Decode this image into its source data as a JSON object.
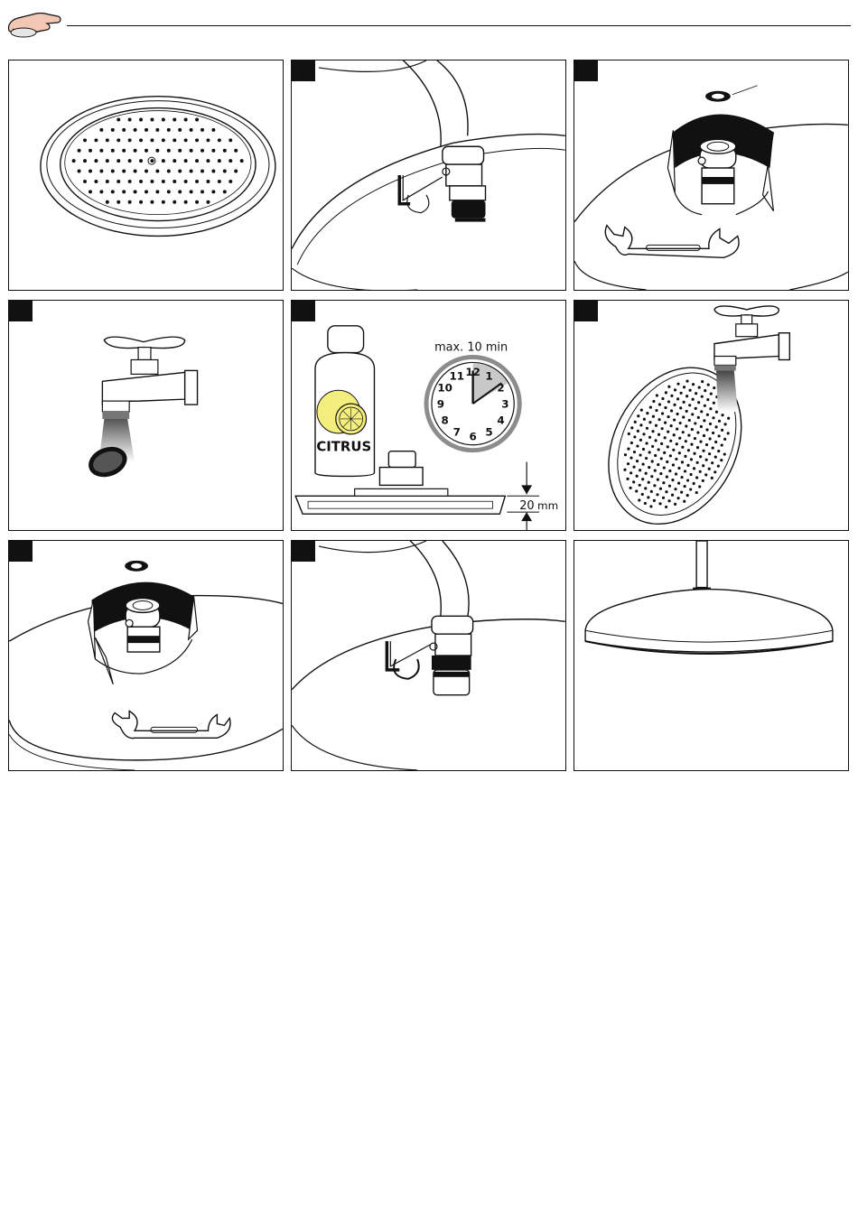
{
  "header": {
    "icon": "hand-cleaning-icon"
  },
  "panels": {
    "p5": {
      "bottle_label": "CITRUS",
      "timer_label": "max. 10 min",
      "clock_numbers": [
        "12",
        "1",
        "2",
        "3",
        "4",
        "5",
        "6",
        "7",
        "8",
        "9",
        "10",
        "11"
      ],
      "depth_value": "20",
      "depth_unit": "mm"
    }
  },
  "colors": {
    "line": "#111111",
    "lemon": "#f3ee7e",
    "clock_rim": "#8c8c8c",
    "clock_hand_sector": "#c8c8c8"
  }
}
